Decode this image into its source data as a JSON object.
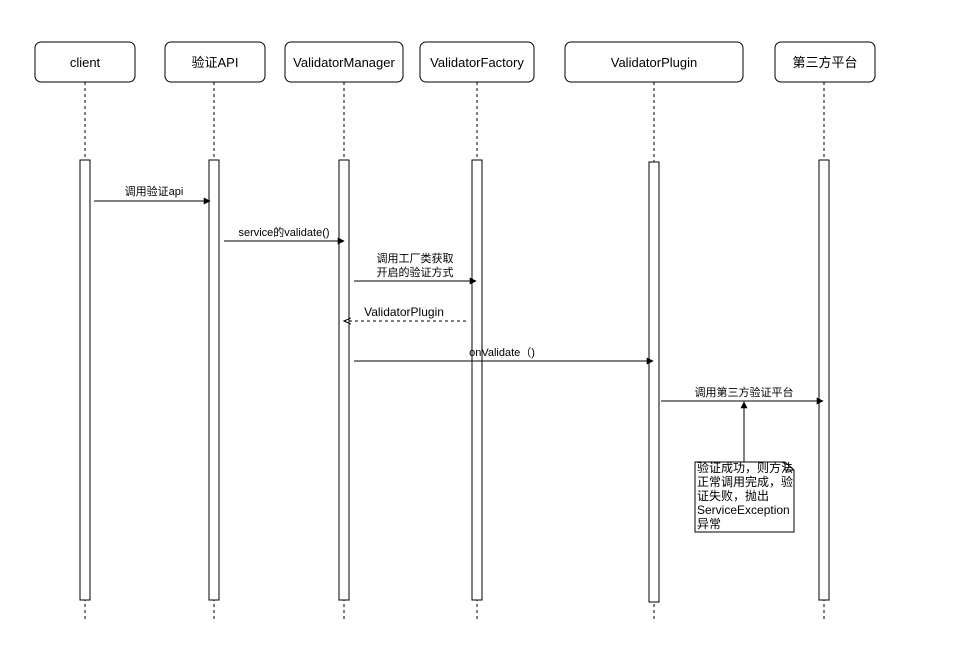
{
  "participants": [
    {
      "id": "client",
      "label": "client"
    },
    {
      "id": "api",
      "label": "验证API"
    },
    {
      "id": "manager",
      "label": "ValidatorManager"
    },
    {
      "id": "factory",
      "label": "ValidatorFactory"
    },
    {
      "id": "plugin",
      "label": "ValidatorPlugin"
    },
    {
      "id": "third",
      "label": "第三方平台"
    }
  ],
  "messages": [
    {
      "from": "client",
      "to": "api",
      "style": "solid",
      "lines": [
        "调用验证api"
      ]
    },
    {
      "from": "api",
      "to": "manager",
      "style": "solid",
      "lines": [
        "service的validate()"
      ]
    },
    {
      "from": "manager",
      "to": "factory",
      "style": "solid",
      "lines": [
        "调用工厂类获取",
        "开启的验证方式"
      ]
    },
    {
      "from": "factory",
      "to": "manager",
      "style": "dashed",
      "lines": [
        "ValidatorPlugin"
      ]
    },
    {
      "from": "manager",
      "to": "plugin",
      "style": "solid",
      "lines": [
        "onValidate（)"
      ]
    },
    {
      "from": "plugin",
      "to": "third",
      "style": "solid",
      "lines": [
        "调用第三方验证平台"
      ]
    }
  ],
  "note": {
    "lines": [
      "验证成功，则方法",
      "正常调用完成，验",
      "证失败，抛出",
      "ServiceException",
      "异常"
    ]
  }
}
